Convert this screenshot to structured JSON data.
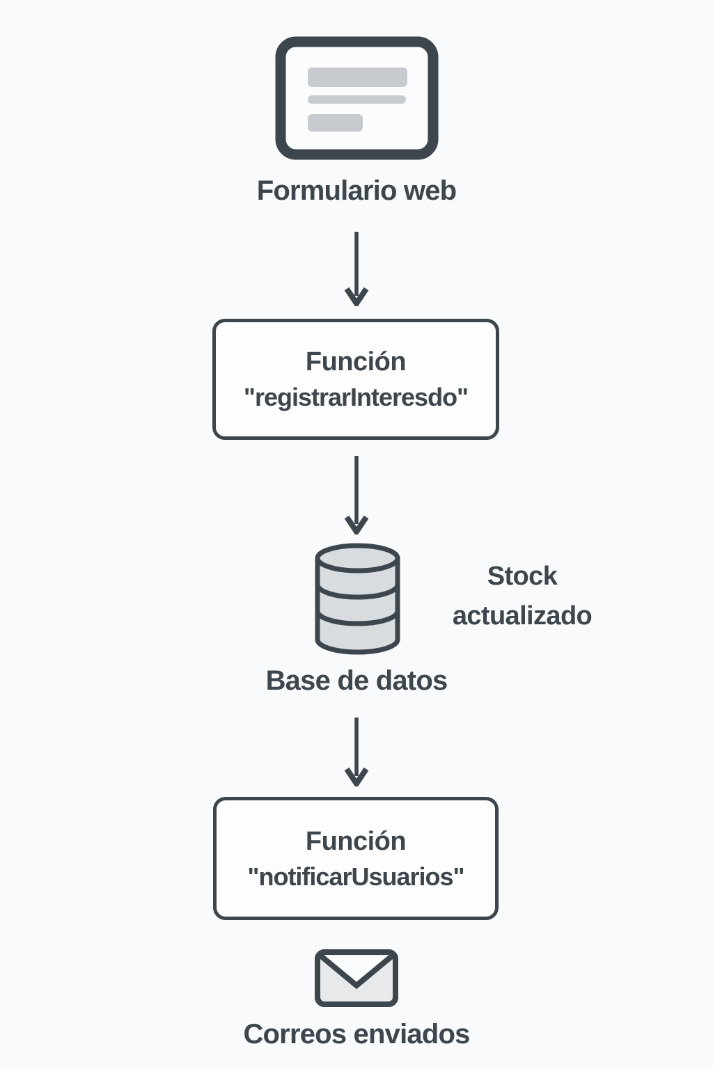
{
  "palette": {
    "background": "#f9fafb",
    "ink": "#3d454d",
    "icon_inner_fill": "#fbfcfd",
    "cylinder_fill": "#d9dcdf",
    "form_bar_fill": "#c7cbd0",
    "envelope_fill": "#e7e9ea",
    "box_fill": "#fdfdfe"
  },
  "nodes": {
    "form": {
      "icon": "web-form-icon",
      "label": "Formulario web"
    },
    "fn_registrar": {
      "title": "Función",
      "subtitle": "\"registrarInteresdo\""
    },
    "database": {
      "icon": "database-icon",
      "label": "Base de datos",
      "annotation": "Stock actualizado"
    },
    "fn_notificar": {
      "title": "Función",
      "subtitle": "\"notificarUsuarios\""
    },
    "mail": {
      "icon": "envelope-icon",
      "label": "Correos enviados"
    }
  },
  "edges": [
    {
      "from": "form",
      "to": "fn_registrar"
    },
    {
      "from": "fn_registrar",
      "to": "database"
    },
    {
      "from": "database",
      "to": "fn_notificar"
    }
  ]
}
